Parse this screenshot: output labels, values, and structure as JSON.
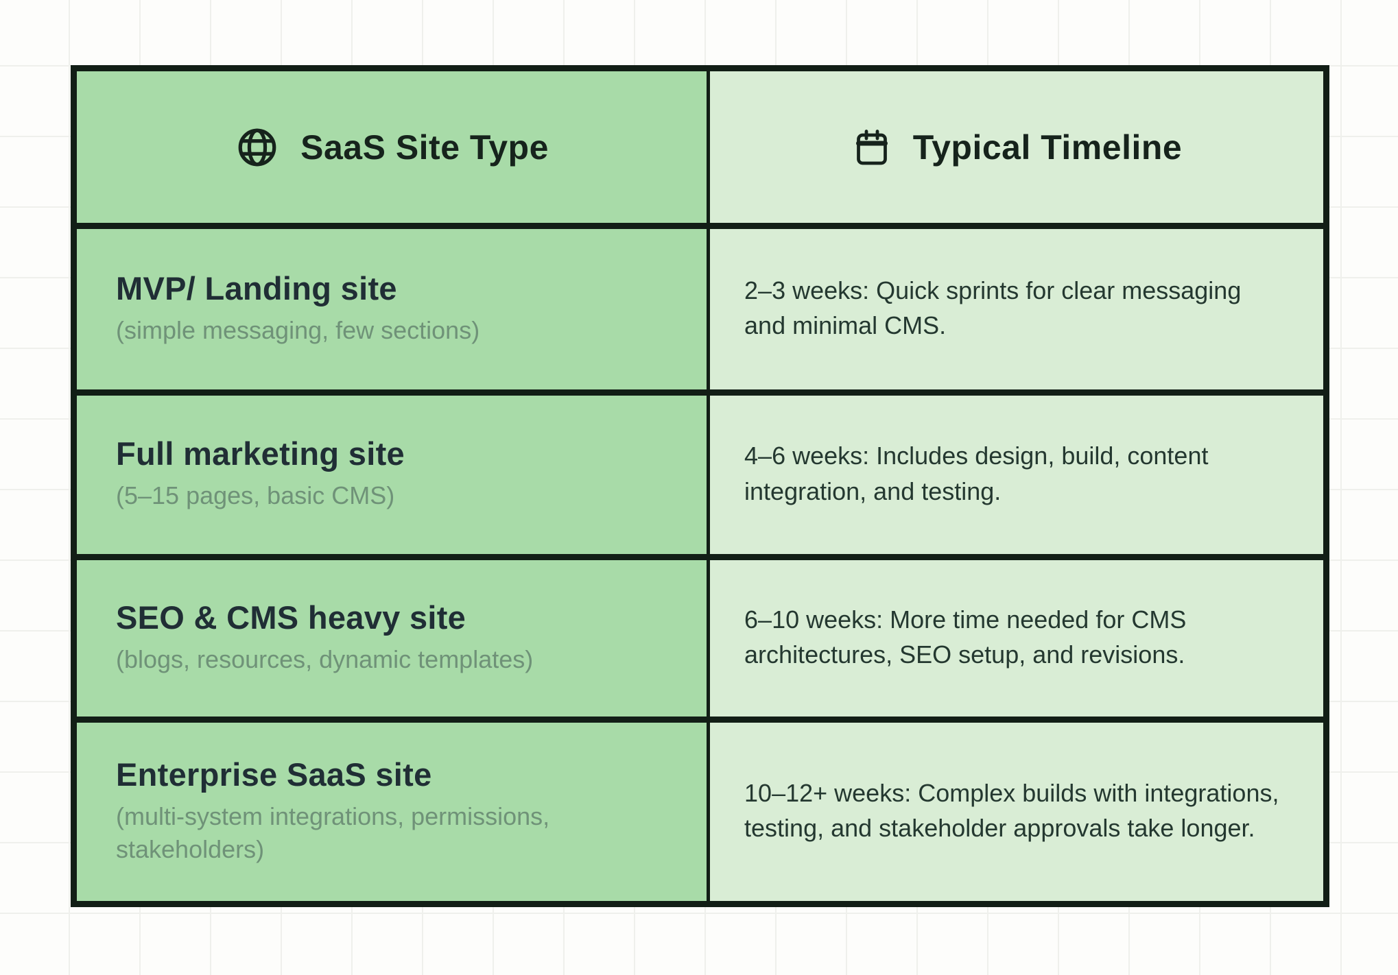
{
  "colors": {
    "page_background": "#fdfdfb",
    "grid_line": "#eff0ec",
    "left_column_bg": "#a8dba8",
    "right_column_bg": "#d9edd5",
    "table_border": "#121e16",
    "title_text": "#202e35",
    "note_text": "#6f9278",
    "timeline_text": "#243830"
  },
  "icons": {
    "site_type": "globe-icon",
    "timeline": "calendar-icon"
  },
  "chart_data": {
    "type": "table",
    "columns": [
      "SaaS Site Type",
      "Typical Timeline"
    ],
    "rows": [
      {
        "site_type": "MVP/ Landing site",
        "note": "(simple messaging, few sections)",
        "timeline": "2–3 weeks: Quick sprints for clear messaging and minimal CMS."
      },
      {
        "site_type": "Full marketing site",
        "note": "(5–15 pages, basic CMS)",
        "timeline": "4–6 weeks: Includes design, build, content integration, and testing."
      },
      {
        "site_type": "SEO & CMS heavy site",
        "note": "(blogs, resources, dynamic templates)",
        "timeline": "6–10 weeks: More time needed for CMS architectures, SEO setup, and revisions."
      },
      {
        "site_type": "Enterprise SaaS site",
        "note": "(multi-system integrations, permissions, stakeholders)",
        "timeline": "10–12+ weeks: Complex builds with integrations, testing, and stakeholder approvals take longer."
      }
    ]
  }
}
